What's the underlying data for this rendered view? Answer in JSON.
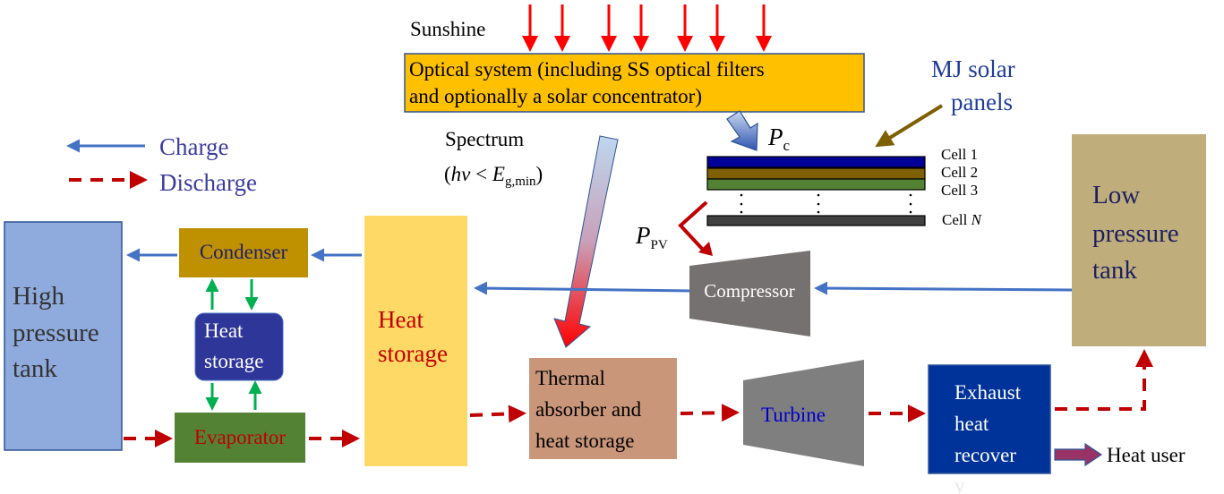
{
  "sunshine": "Sunshine",
  "optical_system": {
    "line1": "Optical system (including SS optical filters",
    "line2": "and optionally a solar concentrator)"
  },
  "mj_solar": {
    "line1": "MJ solar",
    "line2": "panels"
  },
  "p_c": {
    "main": "P",
    "sub": "c"
  },
  "p_pv": {
    "main": "P",
    "sub": "PV"
  },
  "cells": [
    "Cell 1",
    "Cell 2",
    "Cell 3"
  ],
  "cell_n": {
    "prefix": "Cell ",
    "n": "N"
  },
  "spectrum": {
    "line1": "Spectrum",
    "open": "(",
    "hv": "hv",
    "lt": " < ",
    "E": "E",
    "sub": "g,min",
    "close": ")"
  },
  "legend": {
    "charge": "Charge",
    "discharge": "Discharge"
  },
  "high_tank": {
    "line1": "High",
    "line2": "pressure",
    "line3": "tank"
  },
  "condenser": "Condenser",
  "small_heat_storage": {
    "line1": "Heat",
    "line2": "storage"
  },
  "evaporator": "Evaporator",
  "heat_storage": {
    "line1": "Heat",
    "line2": "storage"
  },
  "compressor": "Compressor",
  "low_tank": {
    "line1": "Low",
    "line2": "pressure",
    "line3": "tank"
  },
  "thermal_absorber": {
    "line1": "Thermal",
    "line2": "absorber and",
    "line3": "heat storage"
  },
  "turbine": "Turbine",
  "exhaust": {
    "line1": "Exhaust",
    "line2": "heat",
    "line3": "recover",
    "overflow": "y"
  },
  "heat_user": "Heat user",
  "colors": {
    "charge": "#4472C4",
    "discharge": "#C00000",
    "green": "#00B050"
  }
}
